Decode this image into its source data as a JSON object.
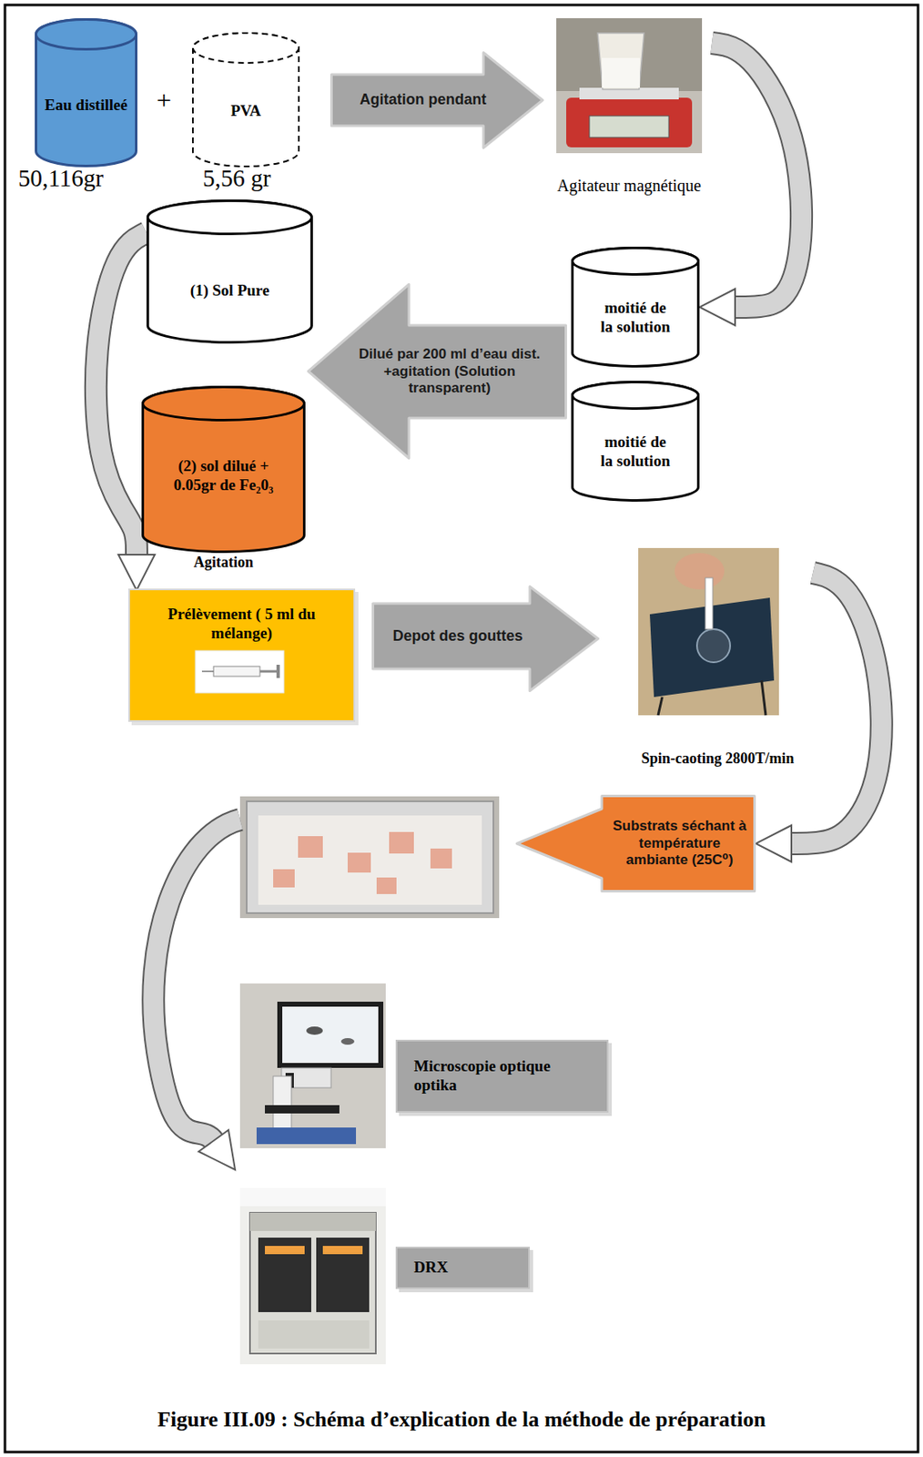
{
  "diagram": {
    "caption": "Figure III.09 : Schéma d’explication de la méthode de préparation",
    "nodes": [
      {
        "text": [
          "Eau distilleé"
        ]
      },
      {
        "text": [
          "PVA"
        ]
      },
      {
        "text": [
          "Agitation pendant"
        ]
      },
      {
        "text": [
          "Agitateur magnétique"
        ]
      },
      {
        "text": [
          "(1) Sol Pure"
        ]
      },
      {
        "text": [
          "Dilué par 200 ml d’eau dist. +agitation (Solution transparent)"
        ]
      },
      {
        "text": [
          "moitié de la solution"
        ]
      },
      {
        "text": [
          "moitié de la solution"
        ]
      },
      {
        "text": [
          "(2) sol dilué + 0.05gr de Fe₂0₃",
          "Agitation"
        ]
      },
      {
        "text": [
          "Prélèvement ( 5 ml du mélange)"
        ]
      },
      {
        "text": [
          "Depot des gouttes"
        ]
      },
      {
        "text": [
          "Spin-caoting 2800T/min"
        ]
      },
      {
        "text": [
          "Substrats séchant à température ambiante (25C⁰)"
        ]
      },
      {
        "text": [
          "Microscopie optique optika"
        ]
      },
      {
        "text": [
          "DRX"
        ]
      }
    ],
    "edges": [
      {
        "from": 3,
        "to": 6,
        "arrow": "to"
      },
      {
        "from": 4,
        "to": 9,
        "arrow": "to"
      },
      {
        "from": 11,
        "to": 12,
        "arrow": "to"
      }
    ],
    "labels": [
      "50,116gr",
      "+",
      "5,56 gr"
    ]
  }
}
